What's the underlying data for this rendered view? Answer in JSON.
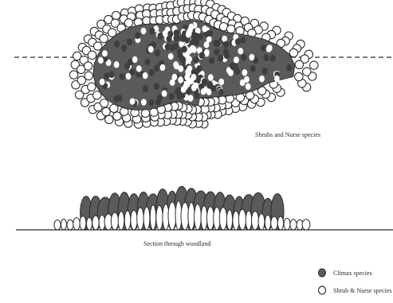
{
  "labels": {
    "plan_caption": "Shrubs and Nurse species",
    "section_caption": "Section through woodland"
  },
  "legend": {
    "climax": "Climax species",
    "shrub_nurse": "Shrub & Nurse species"
  },
  "colors": {
    "ink": "#2b2b2b",
    "climax_fill": "#5a5a5a",
    "shrub_fill": "#ffffff",
    "background": "#ffffff"
  }
}
